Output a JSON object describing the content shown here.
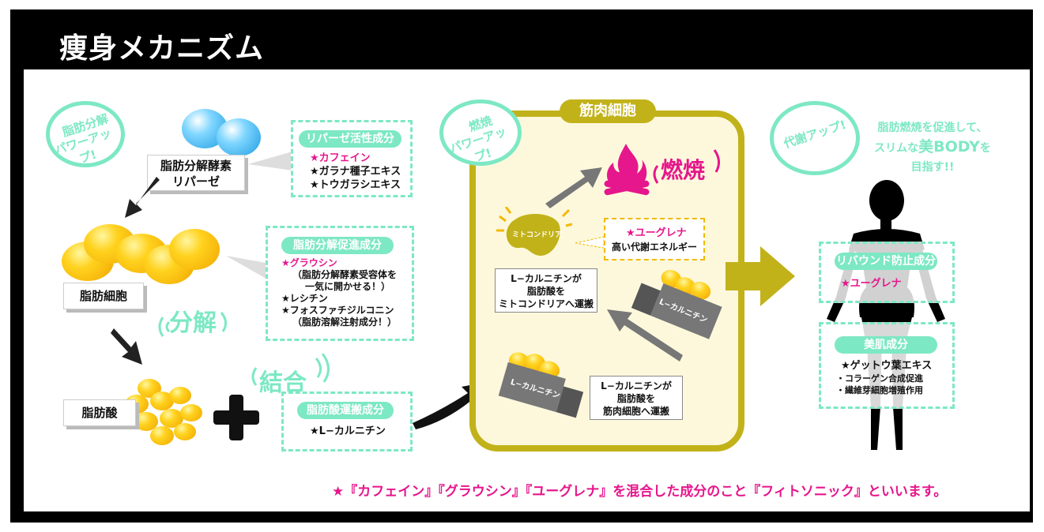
{
  "title": "痩身メカニズム",
  "badges": {
    "lipolysis": [
      "脂肪分解",
      "パワーアップ!"
    ],
    "combustion": [
      "燃焼",
      "パワーアップ!"
    ],
    "metabolism": [
      "代謝アップ!"
    ]
  },
  "enzyme": {
    "label_line1": "脂肪分解酵素",
    "label_line2": "リパーゼ"
  },
  "fat_cell": {
    "label": "脂肪細胞"
  },
  "fatty_acid": {
    "label": "脂肪酸"
  },
  "decompose": "分解",
  "bind": "結合",
  "lipase_box": {
    "header": "リパーゼ活性成分",
    "items": [
      "★カフェイン",
      "★ガラナ種子エキス",
      "★トウガラシエキス"
    ]
  },
  "promote_box": {
    "header": "脂肪分解促進成分",
    "items": [
      "★グラウシン",
      "（脂肪分解酵素受容体を",
      "一気に開かせる！）",
      "★レシチン",
      "★フォスファチジルコニン",
      "（脂肪溶解注射成分！）"
    ]
  },
  "transport_box": {
    "header": "脂肪酸運搬成分",
    "item": "★L−カルニチン"
  },
  "muscle": {
    "title": "筋肉細胞",
    "burn": "燃焼",
    "mito": "ミトコンドリア",
    "euglena_box": {
      "item": "★ユーグレナ",
      "sub": "高い代謝エネルギー"
    },
    "truck_label": "L−カルニチン",
    "info_upper": [
      "L−カルニチンが",
      "脂肪酸を",
      "ミトコンドリアへ運搬"
    ],
    "info_lower": [
      "L−カルニチンが",
      "脂肪酸を",
      "筋肉細胞へ運搬"
    ]
  },
  "result": {
    "line1": "脂肪燃焼を促進して、",
    "line2a": "スリムな",
    "line2b": "美BODY",
    "line2c": "を",
    "line3": "目指す!!"
  },
  "rebound_box": {
    "header": "リバウンド防止成分",
    "item": "★ユーグレナ"
  },
  "skin_box": {
    "header": "美肌成分",
    "item": "★ゲットウ葉エキス",
    "subs": [
      "・コラーゲン合成促進",
      "・繊維芽細胞増殖作用"
    ]
  },
  "footnote": "★『カフェイン』『グラウシン』『ユーグレナ』を混合した成分のこと『フィトソニック』といいます。",
  "colors": {
    "mint": "#7de8c4",
    "pink": "#e6168c",
    "olive": "#c2b21a",
    "gold": "#f5b800"
  }
}
